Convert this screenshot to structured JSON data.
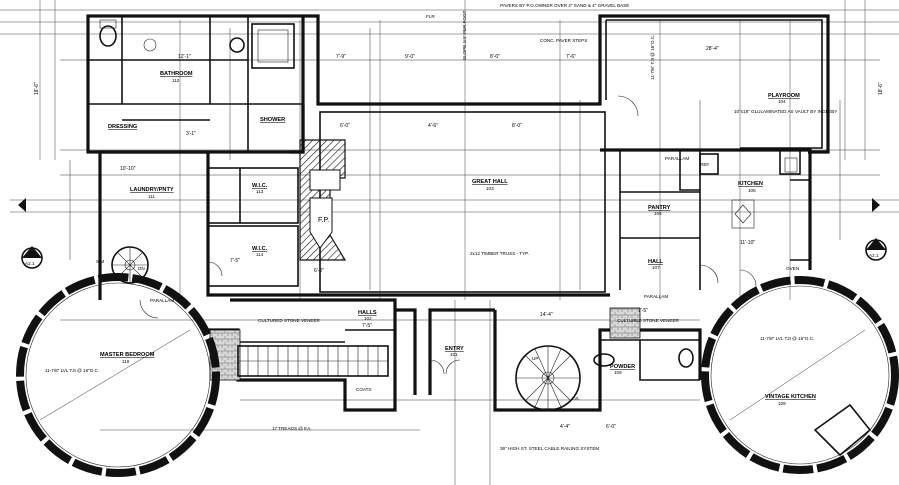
{
  "rooms": {
    "bathroom": {
      "name": "BATHROOM",
      "num": "112"
    },
    "dressing": {
      "name": "DRESSING",
      "num": ""
    },
    "shower": {
      "name": "SHOWER",
      "num": ""
    },
    "laundry": {
      "name": "LAUNDRY/PNTY",
      "num": "111"
    },
    "wic1": {
      "name": "W.I.C.",
      "num": "113"
    },
    "wic2": {
      "name": "W.I.C.",
      "num": "114"
    },
    "great_hall": {
      "name": "GREAT HALL",
      "num": "103"
    },
    "playroom": {
      "name": "PLAYROOM",
      "num": "104"
    },
    "pantry": {
      "name": "PANTRY",
      "num": "106"
    },
    "hall107": {
      "name": "HALL",
      "num": "107"
    },
    "kitchen": {
      "name": "KITCHEN",
      "num": "105"
    },
    "master_bedroom": {
      "name": "MASTER BEDROOM",
      "num": "110"
    },
    "halls": {
      "name": "HALLS",
      "num": "102"
    },
    "entry": {
      "name": "ENTRY",
      "num": "101"
    },
    "powder": {
      "name": "POWDER",
      "num": "108"
    },
    "vintage_kitchen": {
      "name": "VINTAGE KITCHEN",
      "num": "109"
    }
  },
  "notes": {
    "pavers": "PAVERS BY P.O.OWNER OVER 2\" SAND & 4\" GRAVEL BASE",
    "conc_paver_steps": "CONC. PAVER STEPS",
    "slope": "SLOPE 1/4\" PER FOOT",
    "glulam": "10\"x18\" GLULAMINATED AS VAULT BY INGLEBY",
    "truss": "2x12 TIMBER TRUSS - TYP.",
    "fp": "F.P.",
    "cultured_stone_1": "CULTURED STONE VENEER",
    "cultured_stone_2": "CULTURED STONE VENEER",
    "rail": "36\" HIGH ST. STEEL CABLE RAILING SYSTEM",
    "treads": "17 TREADS @ EA.",
    "parallam_1": "PARALLAM",
    "parallam_2": "PARALLAM",
    "parallam_3": "PARALLAM",
    "oven": "OVEN",
    "ref": "REF.",
    "up": "UP",
    "dn": "DN",
    "coats": "COATS",
    "sim": "SIM",
    "lvl": "LVL",
    "master_ceiling": "11-7/8\" LVL TJI @ 16\"O.C.",
    "vintage_ceiling": "11-7/8\" LVL TJI @ 16\"O.C.",
    "playroom_ceiling": "11-7/8\" TJI @ 16\"O.C.",
    "flr": "FLR"
  },
  "dims": {
    "top_1": "12'-1\"",
    "top_2": "7'-9\"",
    "top_3": "9'-0\"",
    "top_4": "8'-0\"",
    "top_5": "7'-6\"",
    "top_6": "28'-4\"",
    "side_left": "18'-6\"",
    "side_right": "18'-6\"",
    "mid_1": "6'-0\"",
    "mid_2": "4'-6\"",
    "mid_3": "8'-0\"",
    "mid_4": "10'-10\"",
    "bot_1": "14'-4\"",
    "bot_2": "7'-5\"",
    "bot_3": "4'-4\"",
    "bot_4": "6'-0\"",
    "kitchen_1": "11'-10\"",
    "wic_1": "7'-5\"",
    "wic_2": "6'-0\"",
    "hall_1": "7'-5\"",
    "stair": "3'-1\""
  },
  "tags": {
    "left": "A2.1",
    "right": "A2.1"
  },
  "icons": {
    "section_marker": "section-tag-icon",
    "north": "north-arrow-icon"
  }
}
